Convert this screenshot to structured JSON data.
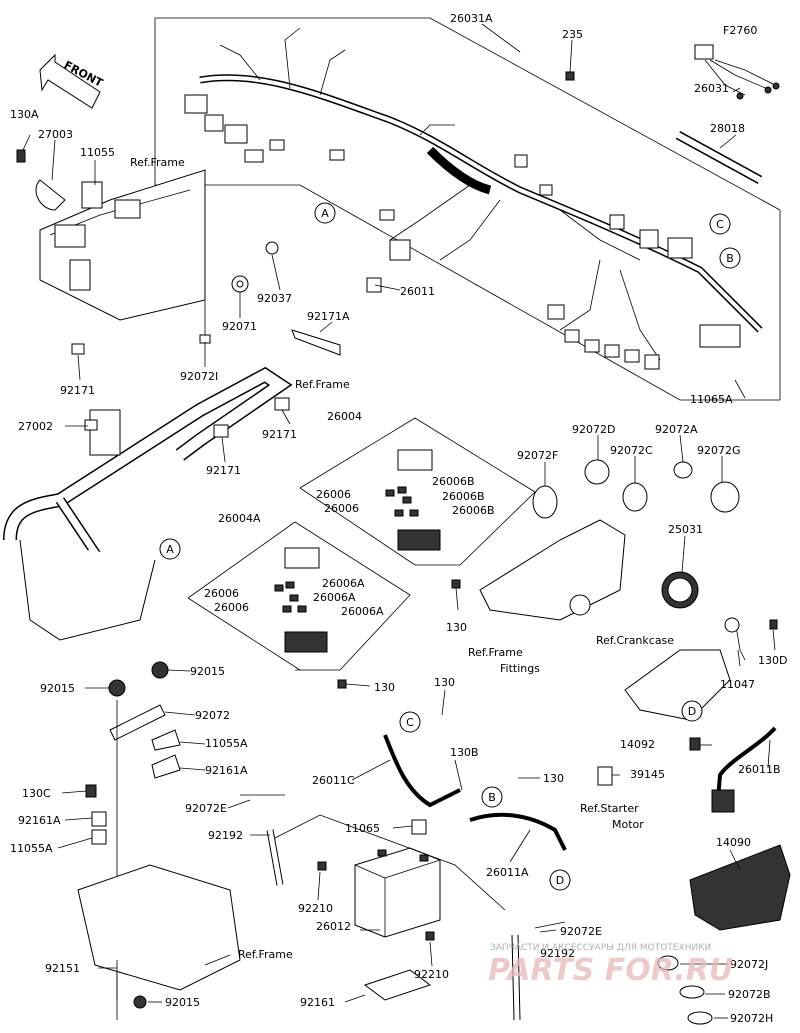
{
  "figure_code": "F2760",
  "labels": {
    "l26031A": "26031A",
    "l235": "235",
    "l26031": "26031",
    "l28018": "28018",
    "l130A": "130A",
    "l27003": "27003",
    "l11055": "11055",
    "refFrame1": "Ref.Frame",
    "l26011": "26011",
    "l92037": "92037",
    "l92071": "92071",
    "l92171A": "92171A",
    "l92171a": "92171",
    "l92072I": "92072I",
    "refFrame2": "Ref.Frame",
    "l11065A": "11065A",
    "l27002": "27002",
    "l92171b": "92171",
    "l92171c": "92171",
    "l26004": "26004",
    "l26006a": "26006",
    "l26006B1": "26006B",
    "l26006B2": "26006B",
    "l26006b": "26006",
    "l26006B3": "26006B",
    "l26004A": "26004A",
    "l26006c": "26006",
    "l26006A1": "26006A",
    "l26006d": "26006",
    "l26006A2": "26006A",
    "l26006A3": "26006A",
    "l130a": "130",
    "l130b": "130",
    "l92072F": "92072F",
    "l92072D": "92072D",
    "l92072C": "92072C",
    "l92072A": "92072A",
    "l92072G": "92072G",
    "l25031": "25031",
    "refFrameFittings1": "Ref.Frame",
    "refFrameFittings2": "Fittings",
    "refCrankcase": "Ref.Crankcase",
    "l130D": "130D",
    "l11047": "11047",
    "l92015a": "92015",
    "l92015b": "92015",
    "l92072": "92072",
    "l11055A": "11055A",
    "l92161A": "92161A",
    "l130C": "130C",
    "l92161A2": "92161A",
    "l11055A2": "11055A",
    "l130c": "130",
    "l130B": "130B",
    "l26011C": "26011C",
    "l130d": "130",
    "l92072E": "92072E",
    "l92192": "92192",
    "l11065": "11065",
    "l26011A": "26011A",
    "l14092": "14092",
    "l26011B": "26011B",
    "l39145": "39145",
    "refStarter1": "Ref.Starter",
    "refStarter2": "Motor",
    "l14090": "14090",
    "l92210a": "92210",
    "l26012": "26012",
    "l92210b": "92210",
    "l92072E2": "92072E",
    "l92192b": "92192",
    "l92151": "92151",
    "refFrame3": "Ref.Frame",
    "l92015c": "92015",
    "l92161": "92161",
    "l92072J": "92072J",
    "l92072B": "92072B",
    "l92072H": "92072H",
    "front": "FRONT",
    "watermark_text": "ЗАПЧАСТИ И АКСЕССУАРЫ ДЛЯ МОТОТЕХНИКИ",
    "watermark_logo": "PARTS FOR.RU"
  },
  "callouts": {
    "A1": "A",
    "A2": "A",
    "B1": "B",
    "B2": "B",
    "C1": "C",
    "C2": "C",
    "D1": "D",
    "D2": "D"
  }
}
